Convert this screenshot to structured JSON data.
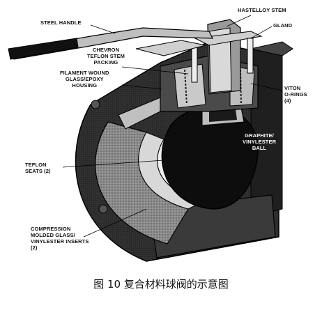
{
  "labels": {
    "steel_handle": "STEEL HANDLE",
    "hastelloy_stem": "HASTELLOY STEM",
    "gland": "GLAND",
    "chevron_packing": "CHEVRON\nTEFLON STEM\nPACKING",
    "filament_housing": "FILAMENT WOUND\nGLASS/EPOXY\nHOUSING",
    "viton_orings": "VITON\nO-RINGS\n(4)",
    "graphite_ball": "GRAPHITE/\nVINYLESTER\nBALL",
    "teflon_seats": "TEFLON\nSEATS (2)",
    "compression_inserts": "COMPRESSION\nMOLDED GLASS/\nVINYLESTER INSERTS\n(2)"
  },
  "caption": "图 10  复合材料球阀的示意图"
}
